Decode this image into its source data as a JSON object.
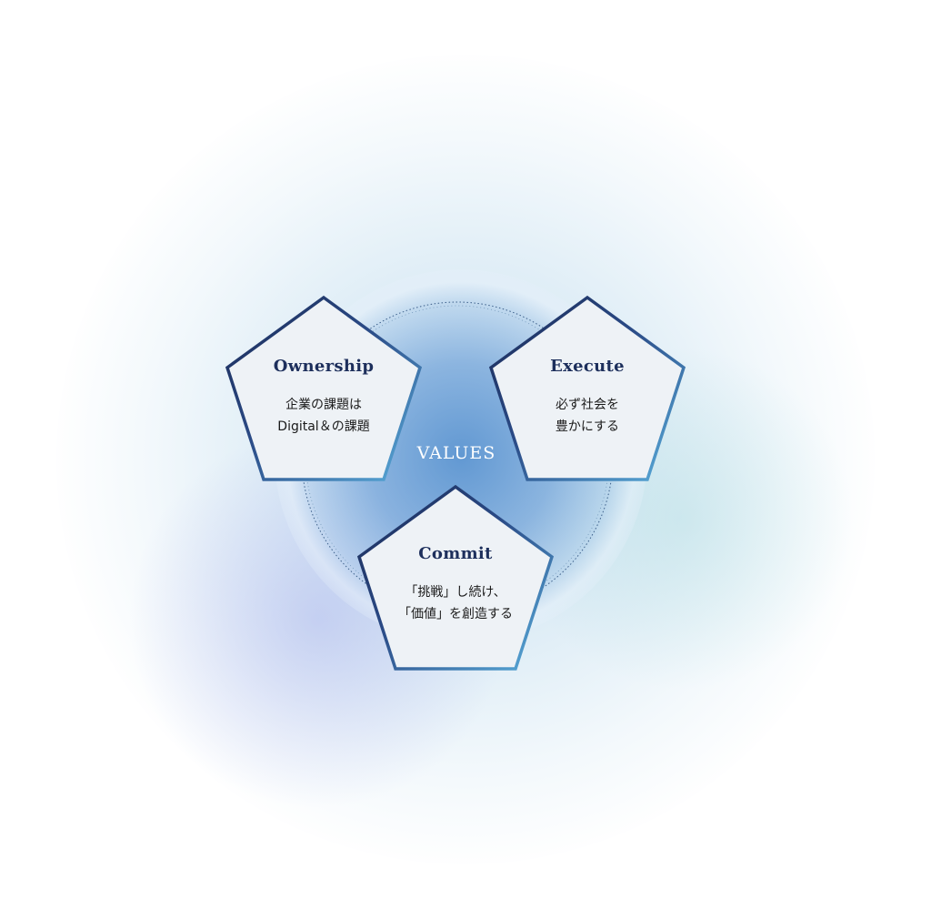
{
  "center_label": "VALUES",
  "values": [
    {
      "id": "ownership",
      "title": "Ownership",
      "lines": [
        "企業の課題は",
        "Digital＆の課題"
      ]
    },
    {
      "id": "execute",
      "title": "Execute",
      "lines": [
        "必ず社会を",
        "豊かにする"
      ]
    },
    {
      "id": "commit",
      "title": "Commit",
      "lines": [
        "「挑戦」し続け、",
        "「価値」を創造する"
      ]
    }
  ],
  "colors": {
    "border_dark": "#1b2a55",
    "border_light": "#5aaedc",
    "fill": "#eef2f6",
    "title": "#1d2f5c"
  }
}
